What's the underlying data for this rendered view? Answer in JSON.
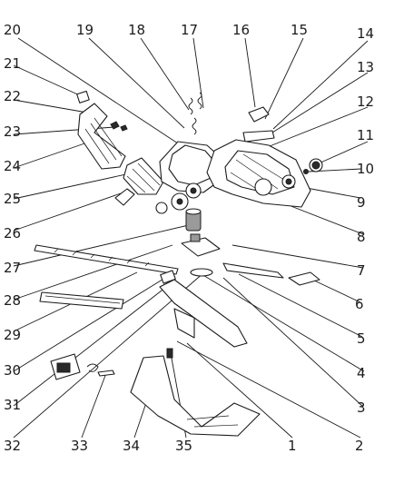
{
  "callouts": [
    "20",
    "19",
    "18",
    "17",
    "16",
    "15",
    "14",
    "13",
    "12",
    "11",
    "10",
    "9",
    "8",
    "7",
    "6",
    "5",
    "4",
    "3",
    "2",
    "1",
    "35",
    "34",
    "33",
    "32",
    "31",
    "30",
    "29",
    "28",
    "27",
    "26",
    "25",
    "24",
    "23",
    "22",
    "21"
  ]
}
